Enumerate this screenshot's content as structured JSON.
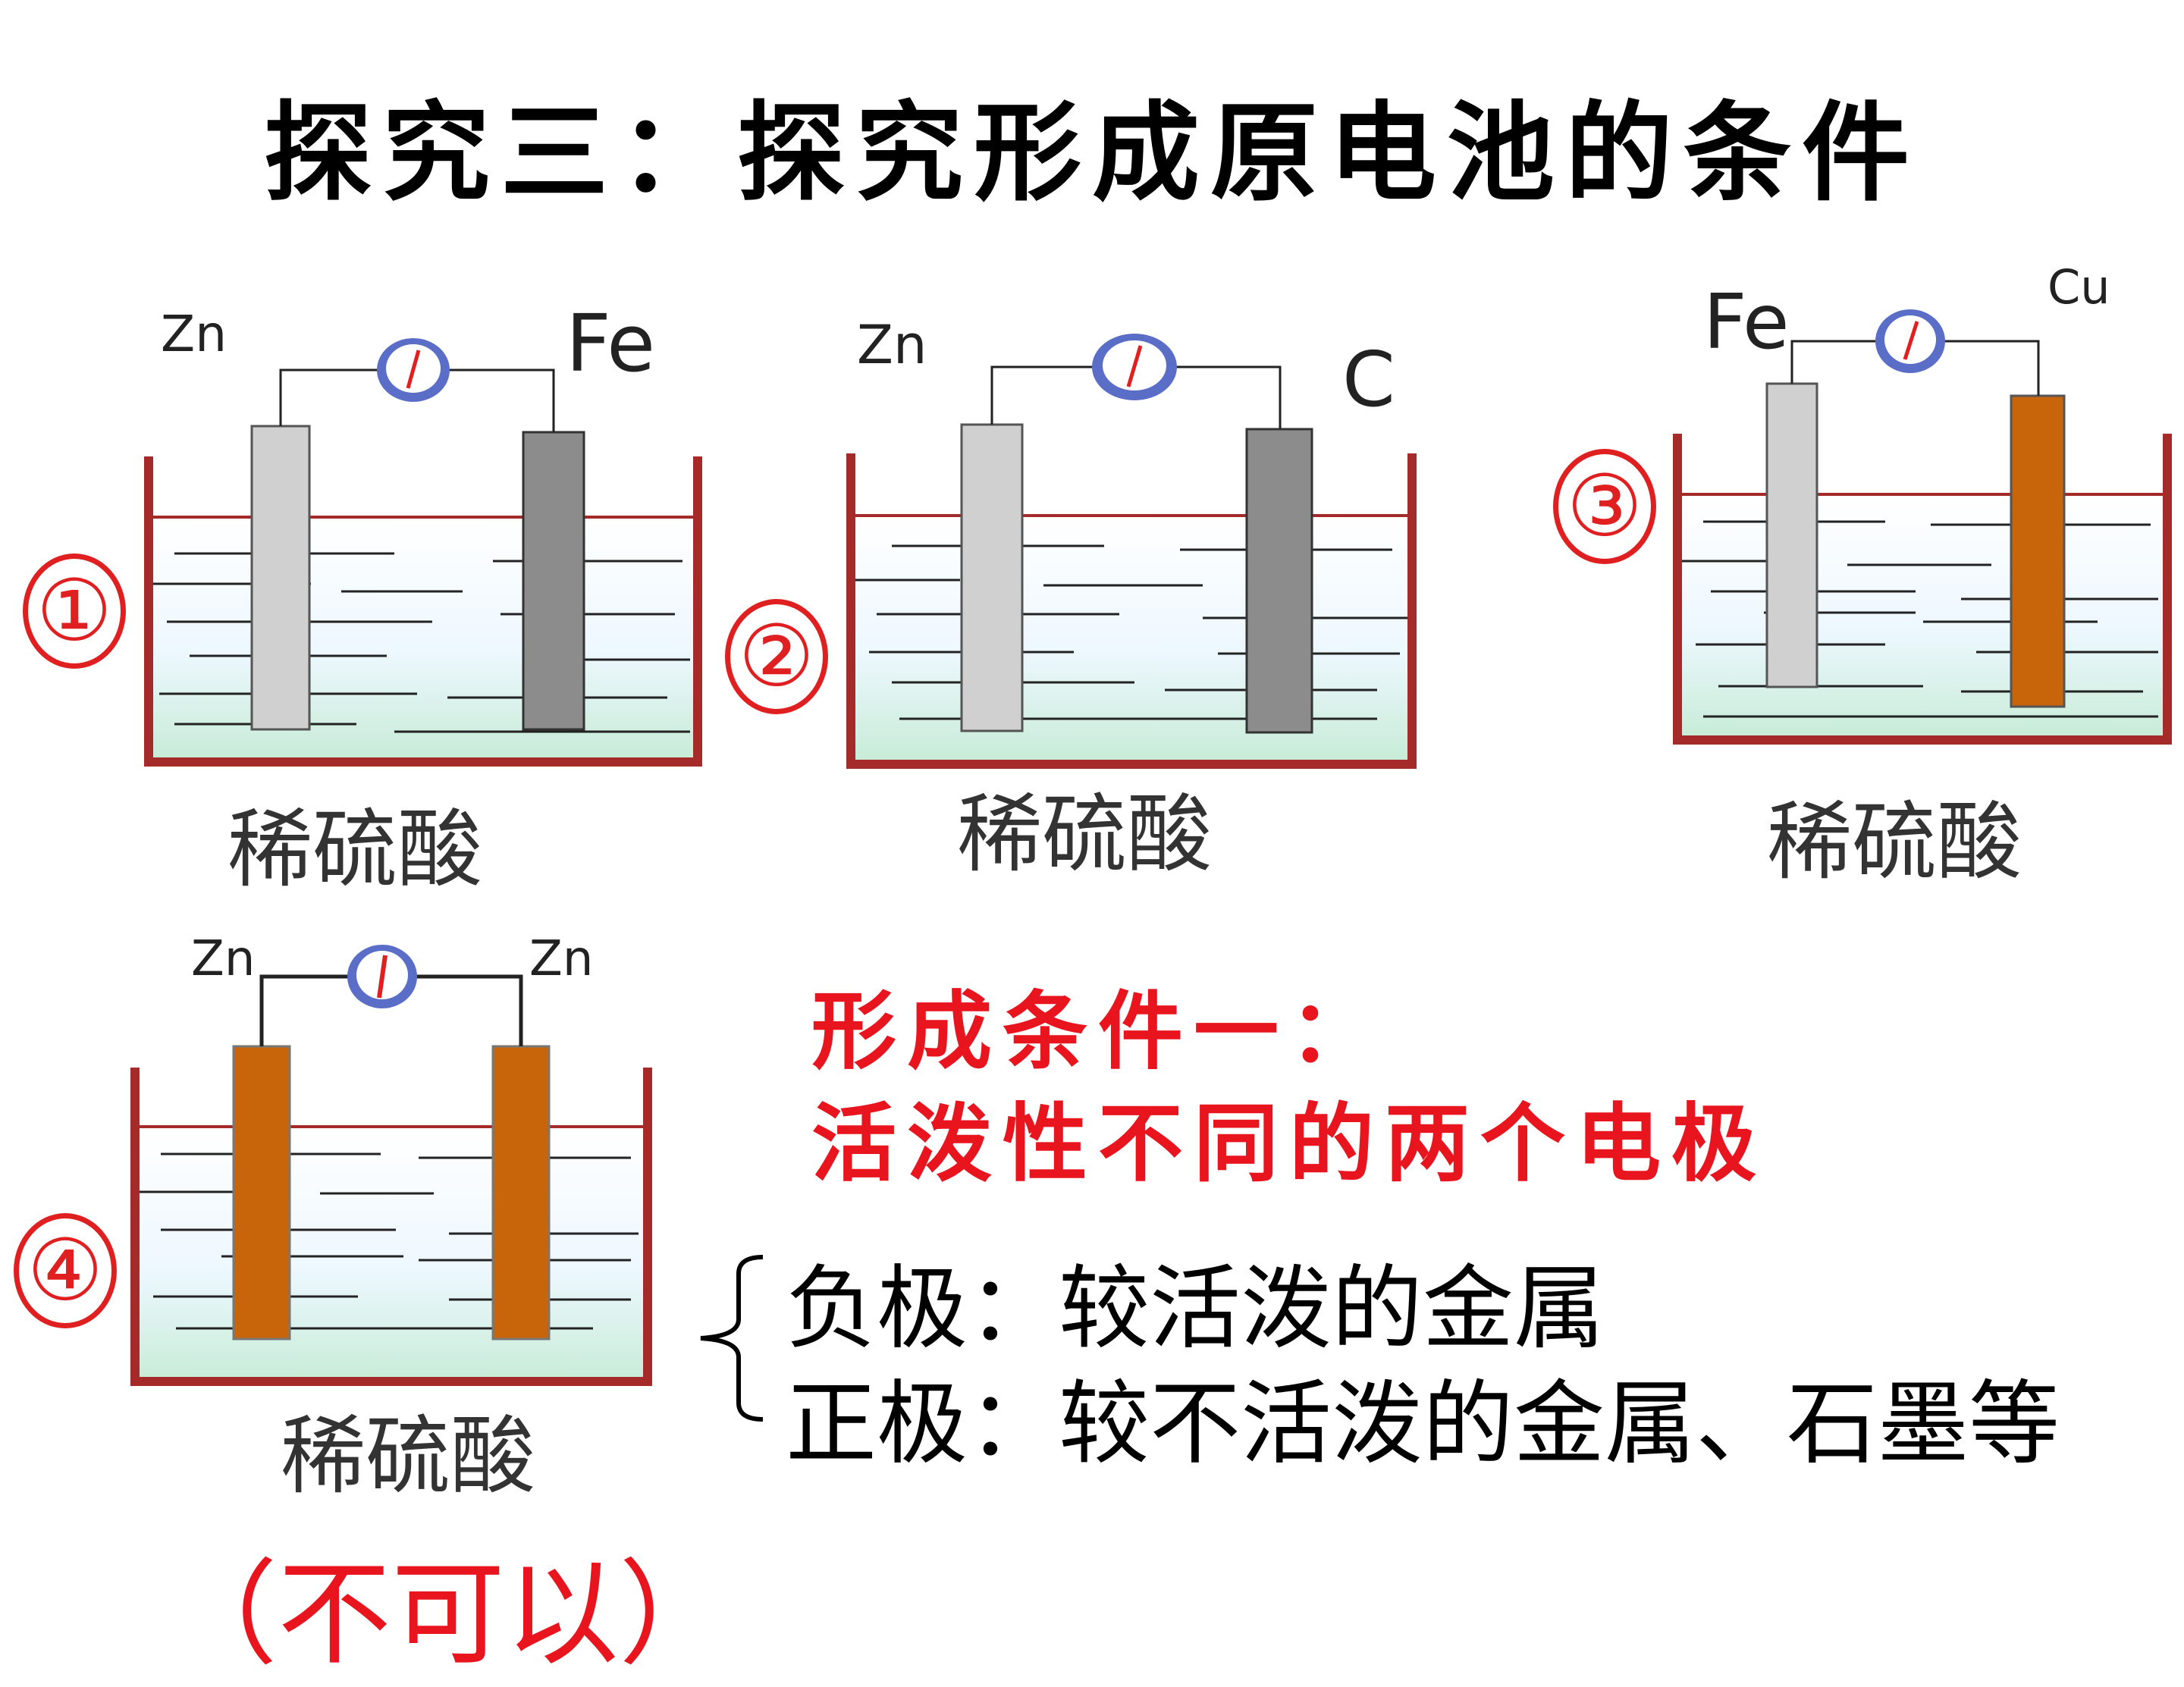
{
  "title": "探究三：探究形成原电池的条件",
  "experiments": [
    {
      "number": "①",
      "left_electrode": "Zn",
      "right_electrode": "Fe",
      "solution": "稀硫酸"
    },
    {
      "number": "②",
      "left_electrode": "Zn",
      "right_electrode": "C",
      "solution": "稀硫酸"
    },
    {
      "number": "③",
      "left_electrode": "Fe",
      "right_electrode": "Cu",
      "solution": "稀硫酸"
    },
    {
      "number": "④",
      "left_electrode": "Zn",
      "right_electrode": "Zn",
      "solution": "稀硫酸",
      "verdict": "（不可以）"
    }
  ],
  "condition": {
    "heading": "形成条件一：",
    "text": "活泼性不同的两个电极"
  },
  "poles": {
    "negative": "负极：较活泼的金属",
    "positive": "正极：较不活泼的金属、石墨等"
  },
  "colors": {
    "beaker": "#a52a2a",
    "solution_top": "#ffffff",
    "solution_bottom": "#c8ecd8",
    "zn_rod": "#d0d0d0",
    "fe_c_rod": "#8c8c8c",
    "cu_rod": "#c8640a",
    "label_red": "#e8141e"
  }
}
